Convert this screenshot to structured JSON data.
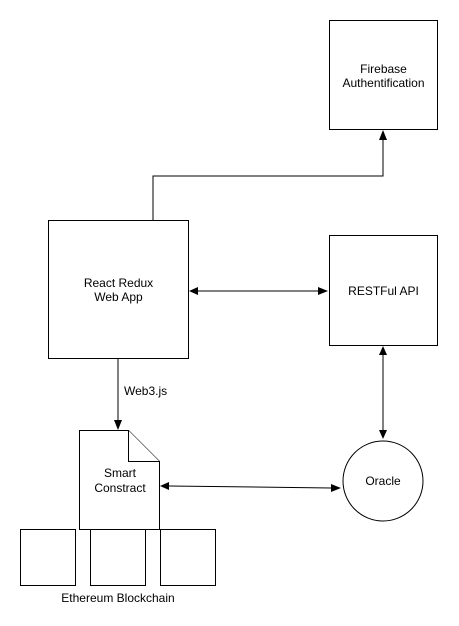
{
  "nodes": {
    "firebase": {
      "label_line1": "Firebase",
      "label_line2": "Authentification"
    },
    "webapp": {
      "label_line1": "React Redux",
      "label_line2": "Web App"
    },
    "restful": {
      "label": "RESTFul API"
    },
    "smart_contract": {
      "label_line1": "Smart",
      "label_line2": "Constract"
    },
    "oracle": {
      "label": "Oracle"
    },
    "blockchain": {
      "label": "Ethereum Blockchain"
    }
  },
  "edges": {
    "web3": {
      "label": "Web3.js"
    }
  },
  "colors": {
    "stroke": "#000000",
    "fill": "#ffffff",
    "text": "#000000"
  }
}
